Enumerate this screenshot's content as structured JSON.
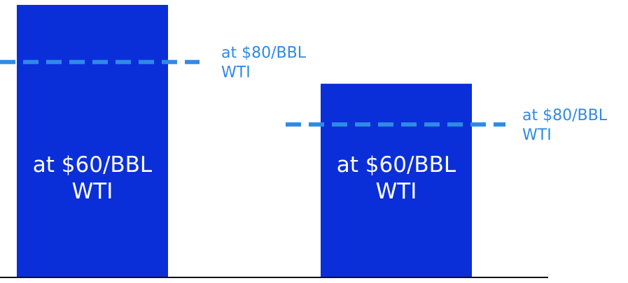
{
  "colors": {
    "bar": "#0a2fd9",
    "dashed_line": "#2f8ae6",
    "axis": "#111111",
    "bar_text": "#ffffff",
    "background": "#ffffff"
  },
  "chart_data": {
    "type": "bar",
    "title": "",
    "xlabel": "",
    "ylabel": "",
    "categories": [
      "",
      ""
    ],
    "ylim": [
      0,
      100
    ],
    "series": [
      {
        "values": [
          100,
          71
        ],
        "labels": [
          [
            "at $60/BBL",
            "WTI"
          ],
          [
            "at $60/BBL",
            "WTI"
          ]
        ]
      }
    ],
    "reference_lines": [
      {
        "category_index": 0,
        "value": 79,
        "style": "dashed",
        "label": [
          "at $80/BBL",
          "WTI"
        ]
      },
      {
        "category_index": 1,
        "value": 56,
        "style": "dashed",
        "label": [
          "at $80/BBL",
          "WTI"
        ]
      }
    ],
    "grid": false,
    "legend": "none"
  }
}
